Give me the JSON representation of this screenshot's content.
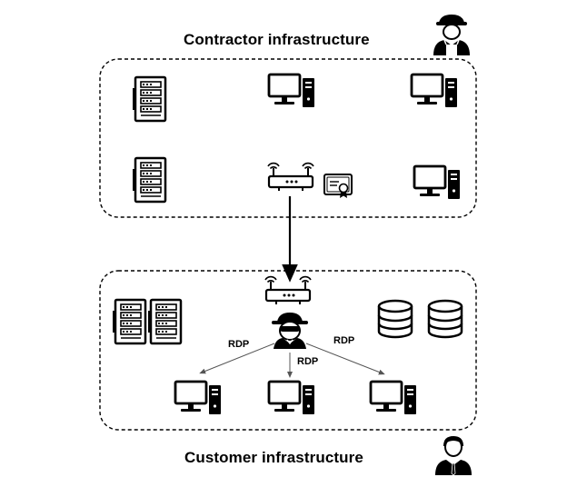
{
  "titles": {
    "contractor": "Contractor infrastructure",
    "customer": "Customer infrastructure"
  },
  "connections": {
    "rdp_left": "RDP",
    "rdp_center": "RDP",
    "rdp_right": "RDP"
  },
  "icons": {
    "contractor_avatar": "worker-icon",
    "customer_avatar": "businessman-icon",
    "server": "server-rack-icon",
    "workstation": "desktop-computer-icon",
    "router": "wifi-router-icon",
    "certificate": "certificate-icon",
    "attacker": "hacker-spy-icon",
    "database": "database-icon"
  },
  "colors": {
    "stroke": "#000000",
    "background": "#ffffff",
    "arrow_secondary": "#555555"
  }
}
